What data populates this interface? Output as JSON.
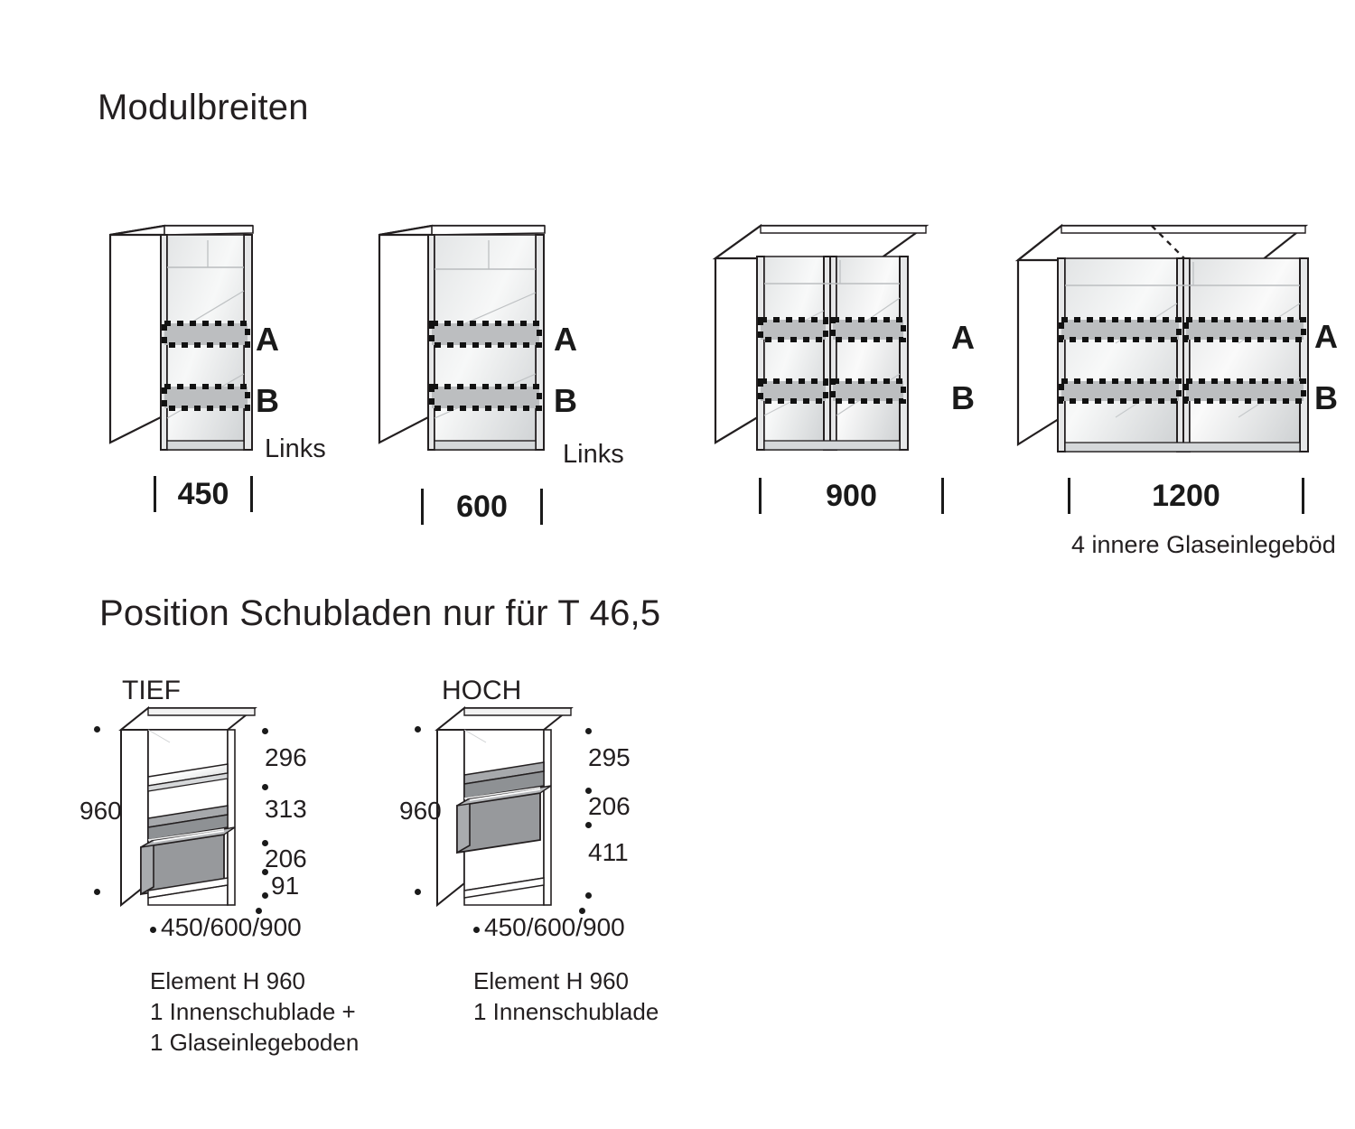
{
  "sections": {
    "top": {
      "title": "Modulbreiten"
    },
    "bottom": {
      "title": "Position Schubladen nur für T 46,5"
    }
  },
  "modules": [
    {
      "id": "module-450",
      "width_label": "450",
      "tick_left": "|",
      "tick_right": "|",
      "shelf_a": "A",
      "shelf_b": "B",
      "hinge_note": "Links",
      "doors": 1,
      "footnote": ""
    },
    {
      "id": "module-600",
      "width_label": "600",
      "tick_left": "|",
      "tick_right": "|",
      "shelf_a": "A",
      "shelf_b": "B",
      "hinge_note": "Links",
      "doors": 1,
      "footnote": ""
    },
    {
      "id": "module-900",
      "width_label": "900",
      "tick_left": "|",
      "tick_right": "|",
      "shelf_a": "A",
      "shelf_b": "B",
      "hinge_note": "",
      "doors": 2,
      "footnote": ""
    },
    {
      "id": "module-1200",
      "width_label": "1200",
      "tick_left": "|",
      "tick_right": "|",
      "shelf_a": "A",
      "shelf_b": "B",
      "hinge_note": "",
      "doors": 2,
      "footnote": "4 innere Glaseinlegeböd"
    }
  ],
  "drawer_variants": [
    {
      "id": "variant-tief",
      "title": "TIEF",
      "height_label": "960",
      "segments": [
        "296",
        "313",
        "206",
        "91"
      ],
      "width_label": "450/600/900",
      "caption": "Element H 960\n1 Innenschublade +\n1 Glaseinlegeboden"
    },
    {
      "id": "variant-hoch",
      "title": "HOCH",
      "height_label": "960",
      "segments": [
        "295",
        "206",
        "411"
      ],
      "width_label": "450/600/900",
      "caption": "Element H 960\n1 Innenschublade"
    }
  ],
  "colors": {
    "ink": "#1a1a1a",
    "outline": "#231f20",
    "glass_light": "#f2f3f3",
    "glass_mid": "#d8dadb",
    "shelf_fill": "#bcbec0",
    "drawer_fill": "#939598",
    "body_white": "#ffffff"
  }
}
